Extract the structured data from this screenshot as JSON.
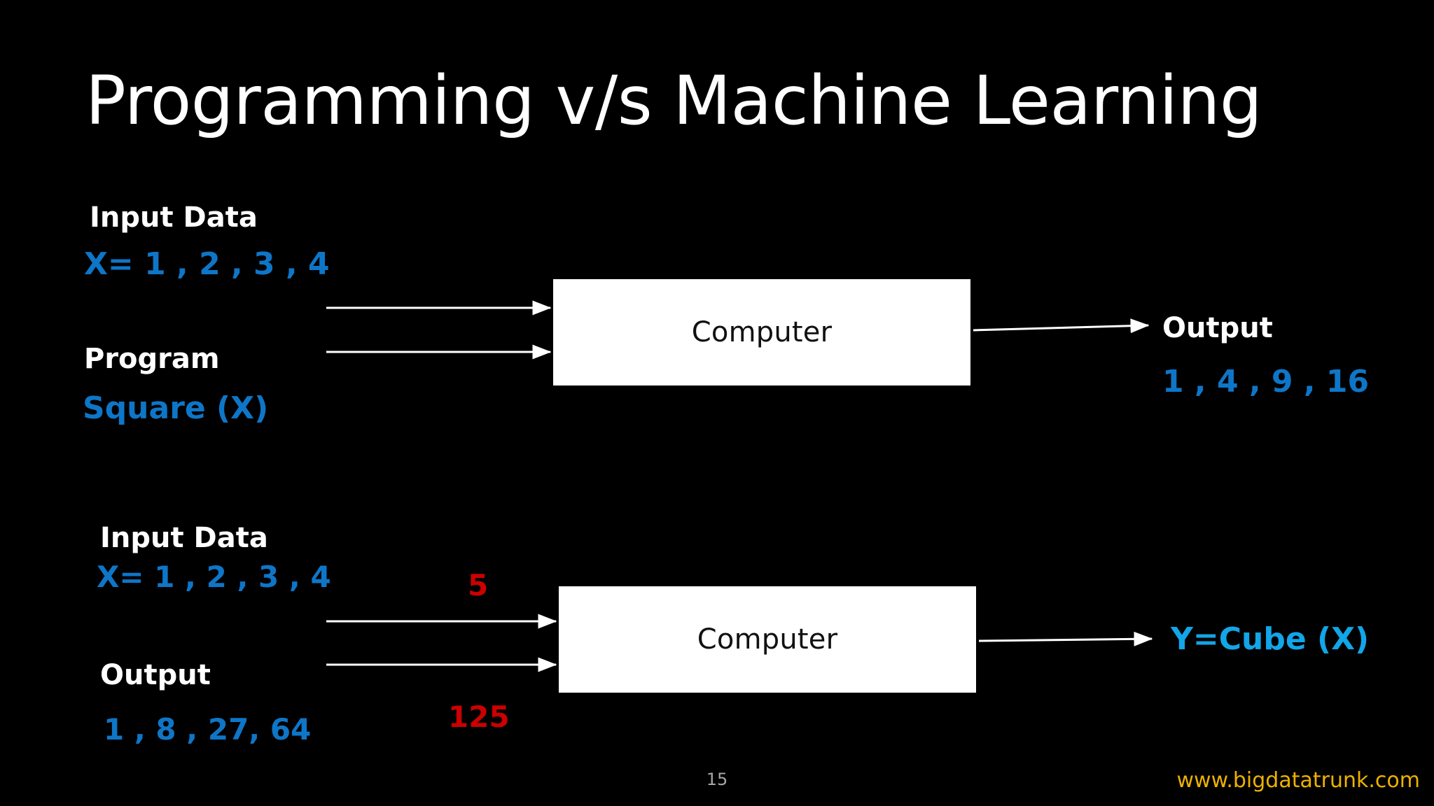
{
  "slide": {
    "title": "Programming v/s Machine Learning",
    "page_number": "15",
    "website": "www.bigdatatrunk.com",
    "background_color": "#000000"
  },
  "colors": {
    "title": "#FFFFFF",
    "label_white": "#FFFFFF",
    "value_blue": "#0E76C8",
    "result_cyan": "#12A5E8",
    "annotation_red": "#CC0000",
    "box_fill": "#FFFFFF",
    "box_text": "#111111",
    "arrow": "#FFFFFF",
    "page_number": "#A6A6A6",
    "website": "#EDB100"
  },
  "diagrams": [
    {
      "id": "programming",
      "inputs": [
        {
          "label": "Input Data",
          "value": "X= 1 , 2 , 3 , 4"
        },
        {
          "label": "Program",
          "value": "Square (X)"
        }
      ],
      "process": {
        "label": "Computer"
      },
      "outputs": [
        {
          "label": "Output",
          "value": "1 , 4 , 9 , 16"
        }
      ],
      "annotations": []
    },
    {
      "id": "machine-learning",
      "inputs": [
        {
          "label": "Input Data",
          "value": "X= 1 , 2 , 3 , 4"
        },
        {
          "label": "Output",
          "value": "1 , 8 , 27, 64"
        }
      ],
      "process": {
        "label": "Computer"
      },
      "outputs": [
        {
          "label": "",
          "value": "Y=Cube (X)"
        }
      ],
      "annotations": [
        {
          "text": "5"
        },
        {
          "text": "125"
        }
      ]
    }
  ]
}
